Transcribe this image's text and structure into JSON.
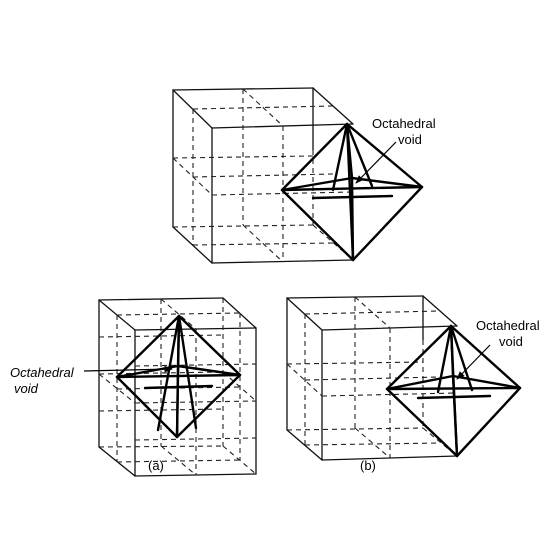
{
  "labels": {
    "top_line1": "Octahedral",
    "top_line2": "void",
    "left_line1": "Octahedral",
    "left_line2": "void",
    "right_line1": "Octahedral",
    "right_line2": "void",
    "caption_a": "(a)",
    "caption_b": "(b)"
  },
  "colors": {
    "line": "#000000",
    "background": "#ffffff"
  }
}
